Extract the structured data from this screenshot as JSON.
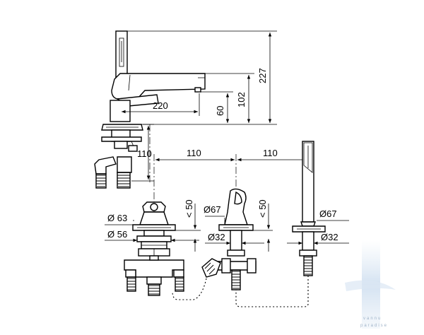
{
  "dimensions": {
    "overall_height": "227",
    "spout_height": "102",
    "outlet_height": "60",
    "spout_reach": "220",
    "below_deck": "110",
    "spacing_left": "110",
    "spacing_right": "110",
    "diameter_rose": "Ø 63",
    "diameter_flange": "Ø 56",
    "clearance_left": "< 50",
    "diameter_spout_base": "Ø67",
    "diameter_spout_shank": "Ø32",
    "clearance_spout": "< 50",
    "diameter_shower_base": "Ø67",
    "diameter_shower_shank": "Ø32"
  },
  "watermark": {
    "line1": "vannu",
    "line2": "paradise"
  },
  "colors": {
    "line": "#000000",
    "watermark": "#9fb3c8"
  }
}
